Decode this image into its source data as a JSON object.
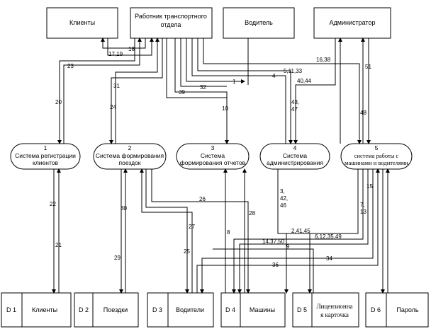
{
  "entities": {
    "clients": "Клиенты",
    "transport_worker_1": "Работник транспортного",
    "transport_worker_2": "отдела",
    "driver": "Водитель",
    "admin": "Администратор"
  },
  "processes": {
    "p1": {
      "num": "1",
      "line1": "Система регистрации",
      "line2": "клиентов"
    },
    "p2": {
      "num": "2",
      "line1": "Система формирования",
      "line2": "поездок"
    },
    "p3": {
      "num": "3",
      "line1": "Система",
      "line2": "формирования отчетов"
    },
    "p4": {
      "num": "4",
      "line1": "Система",
      "line2": "администрирования"
    },
    "p5": {
      "num": "5",
      "line1": "система работы с",
      "line2": "машинами и водителями"
    }
  },
  "stores": {
    "d1": {
      "id": "D 1",
      "name": "Клиенты"
    },
    "d2": {
      "id": "D 2",
      "name": "Поездки"
    },
    "d3": {
      "id": "D 3",
      "name": "Водители"
    },
    "d4": {
      "id": "D 4",
      "name": "Машины"
    },
    "d5": {
      "id": "D 5",
      "name1": "Лицензионна",
      "name2": "я карточка"
    },
    "d6": {
      "id": "D 6",
      "name": "Пароль"
    }
  },
  "flows": {
    "f18": "18",
    "f17_19": "17,19",
    "f23": "23",
    "f20": "20",
    "f31": "31",
    "f24": "24",
    "f39": "39",
    "f32": "32",
    "f1": "1",
    "f4": "4",
    "f5_11_33": "5,11,33",
    "f16_38": "16,38",
    "f40_44": "40,44",
    "f43_47a": "43,",
    "f43_47b": "47",
    "f10": "10",
    "f48": "48",
    "f51": "51",
    "f22": "22",
    "f21": "21",
    "f30": "30",
    "f29": "29",
    "f26": "26",
    "f27": "27",
    "f25": "25",
    "f28": "28",
    "f8": "8",
    "f3_42_46a": "3,",
    "f3_42_46b": "42,",
    "f3_42_46c": "46",
    "f15": "15",
    "f7_13a": "7,",
    "f7_13b": "13",
    "f2_41_45": "2,41,45",
    "f6_12": "6,12,35,49",
    "f14_37_50": "14,37,50",
    "f9": "9",
    "f34": "34",
    "f36": "36"
  }
}
